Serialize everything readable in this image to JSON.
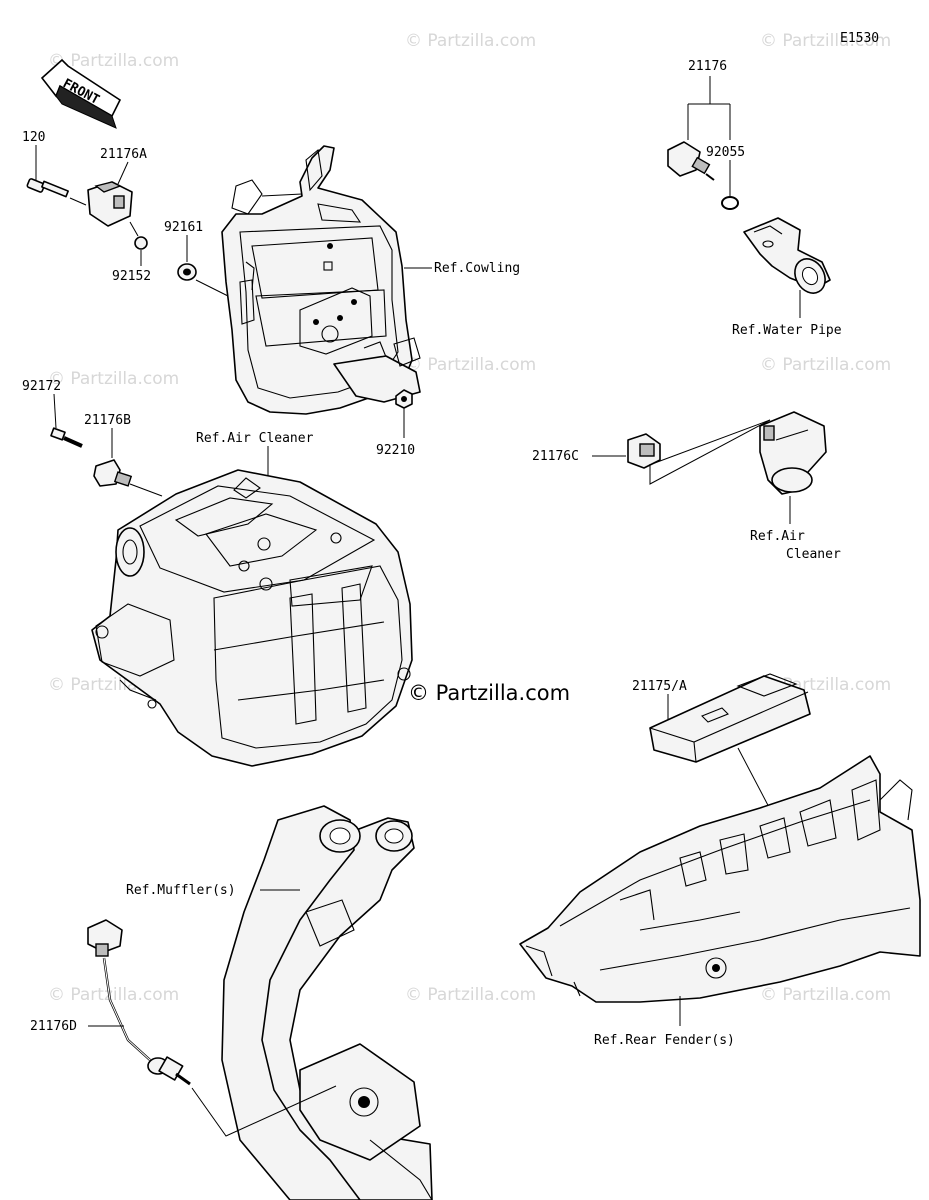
{
  "diagram_code": "E1530",
  "front_arrow": {
    "label": "FRONT"
  },
  "watermark": {
    "text": "© Partzilla.com",
    "center_text": "© Partzilla.com"
  },
  "parts": [
    {
      "id": "p120",
      "label": "120"
    },
    {
      "id": "p21176A",
      "label": "21176A"
    },
    {
      "id": "p92161",
      "label": "92161"
    },
    {
      "id": "p92152",
      "label": "92152"
    },
    {
      "id": "p92172",
      "label": "92172"
    },
    {
      "id": "p21176B",
      "label": "21176B"
    },
    {
      "id": "p92210",
      "label": "92210"
    },
    {
      "id": "p21176",
      "label": "21176"
    },
    {
      "id": "p92055",
      "label": "92055"
    },
    {
      "id": "p21176C",
      "label": "21176C"
    },
    {
      "id": "p21175A",
      "label": "21175/A"
    },
    {
      "id": "p21176D",
      "label": "21176D"
    }
  ],
  "references": [
    {
      "id": "cowling",
      "label": "Ref.Cowling"
    },
    {
      "id": "air_cleaner_main",
      "label": "Ref.Air Cleaner"
    },
    {
      "id": "water_pipe",
      "label": "Ref.Water Pipe"
    },
    {
      "id": "air_cleaner_small",
      "line1": "Ref.Air",
      "line2": "Cleaner"
    },
    {
      "id": "mufflers",
      "label": "Ref.Muffler(s)"
    },
    {
      "id": "rear_fender",
      "label": "Ref.Rear Fender(s)"
    }
  ]
}
